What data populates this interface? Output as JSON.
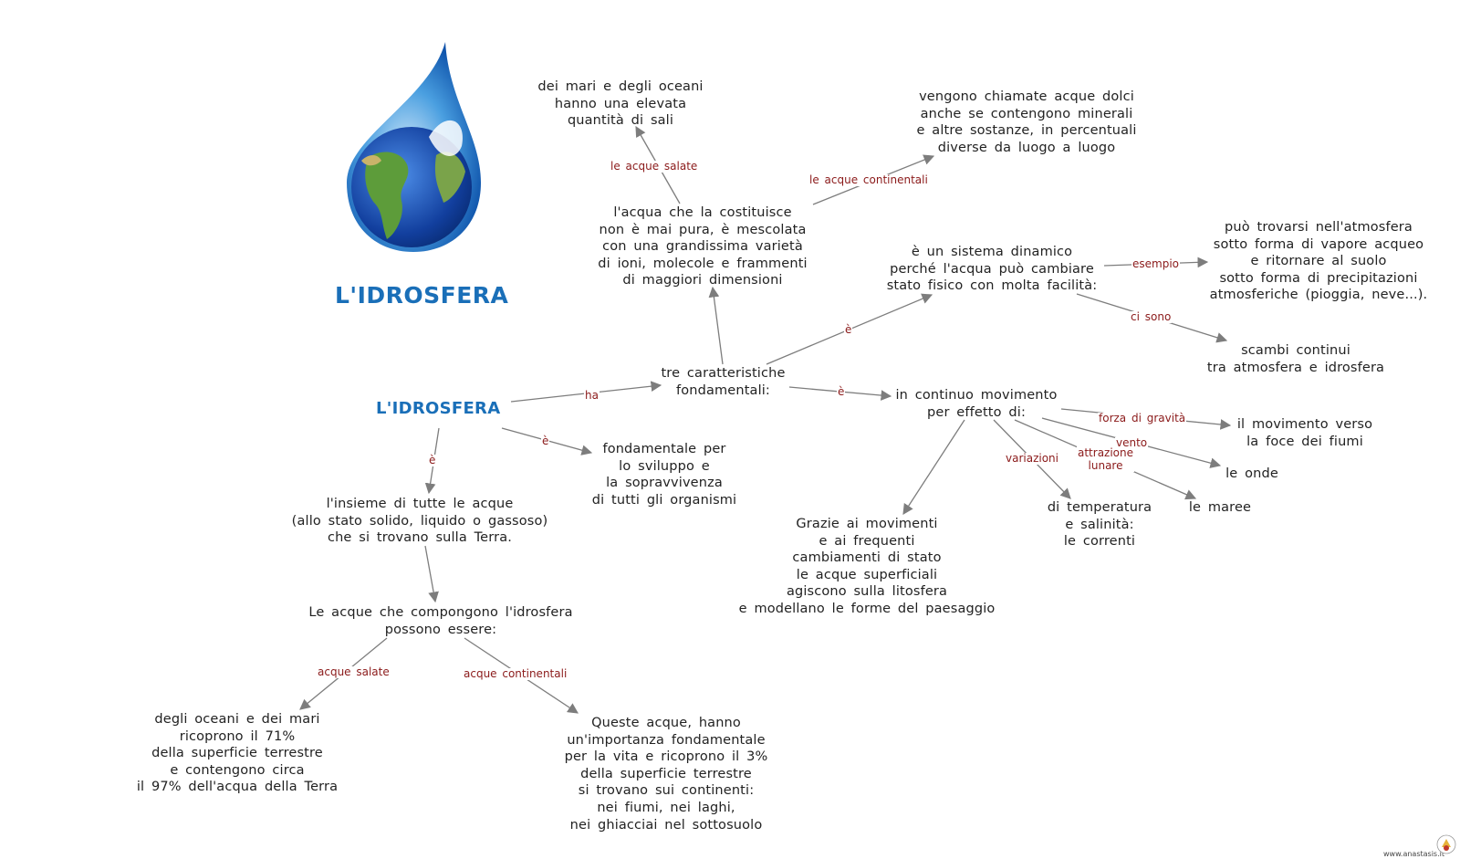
{
  "header": {
    "title": "L'IDROSFERA"
  },
  "colors": {
    "node_text": "#222222",
    "link_label": "#8b1a1a",
    "title": "#1a6fb8",
    "edge": "#7d7d7d"
  },
  "decor": {
    "illustration": "water-drop-with-earth",
    "footer_logo": "anastasis-logo"
  },
  "nodes": {
    "center": "L'IDROSFERA",
    "caratteristiche": "tre  caratteristiche\nfondamentali:",
    "insieme": "l'insieme  di  tutte  le  acque\n(allo  stato  solido,  liquido  o  gassoso)\nche  si  trovano  sulla  Terra.",
    "fondamentale": "fondamentale  per\nlo  sviluppo  e\nla  sopravvivenza\ndi  tutti  gli  organismi",
    "acque_possono": "Le  acque  che  compongono   l'idrosfera\npossono  essere:",
    "oceani_mari": "degli  oceani  e  dei  mari\nricoprono  il  71%\ndella  superficie  terrestre\ne  contengono  circa\nil  97%  dell'acqua  della  Terra",
    "queste_acque": "Queste  acque,  hanno\nun'importanza  fondamentale\nper  la  vita  e  ricoprono  il  3%\ndella  superficie  terrestre\nsi  trovano  sui  continenti:\nnei  fiumi,  nei  laghi,\nnei  ghiacciai  nel   sottosuolo",
    "acqua_pura": "l'acqua  che  la  costituisce\nnon  è  mai  pura,  è  mescolata\ncon  una  grandissima  varietà\ndi  ioni,  molecole  e  frammenti\ndi  maggiori   dimensioni",
    "mari_sali": "dei  mari  e  degli  oceani\nhanno  una  elevata\nquantità  di  sali",
    "acque_dolci": "vengono  chiamate  acque  dolci\nanche  se  contengono   minerali\ne  altre  sostanze,  in  percentuali\ndiverse  da  luogo  a  luogo",
    "sistema_dinamico": "è  un  sistema  dinamico\nperché  l'acqua  può  cambiare\nstato  fisico  con  molta  facilità:",
    "atmosfera": "può  trovarsi   nell'atmosfera\nsotto  forma  di  vapore  acqueo\ne  ritornare  al  suolo\nsotto  forma  di  precipitazioni\natmosferiche   (pioggia,  neve...).",
    "scambi": "scambi  continui\ntra  atmosfera  e  idrosfera",
    "movimento": "in  continuo  movimento\nper  effetto  di:",
    "fiumi": "il  movimento  verso\nla  foce  dei  fiumi",
    "onde": "le  onde",
    "maree": "le  maree",
    "correnti": "di  temperatura\ne  salinità:\nle  correnti",
    "grazie": "Grazie  ai  movimenti\ne  ai  frequenti\ncambiamenti  di  stato\nle  acque   superficiali\nagiscono  sulla  litosfera\ne  modellano  le  forme  del  paesaggio"
  },
  "link_labels": {
    "ha": "ha",
    "e_insieme": "è",
    "e_fondamentale": "è",
    "acque_salate_low": "acque  salate",
    "acque_continentali_low": "acque  continentali",
    "le_acque_salate": "le  acque  salate",
    "le_acque_continentali": "le  acque  continentali",
    "e_sistema": "è",
    "e_movimento": "è",
    "esempio": "esempio",
    "ci_sono": "ci  sono",
    "forza_gravita": "forza  di  gravità",
    "vento": "vento",
    "attrazione_lunare": "attrazione\nlunare",
    "variazioni": "variazioni"
  },
  "footer": {
    "site": "www.anastasis.it"
  }
}
